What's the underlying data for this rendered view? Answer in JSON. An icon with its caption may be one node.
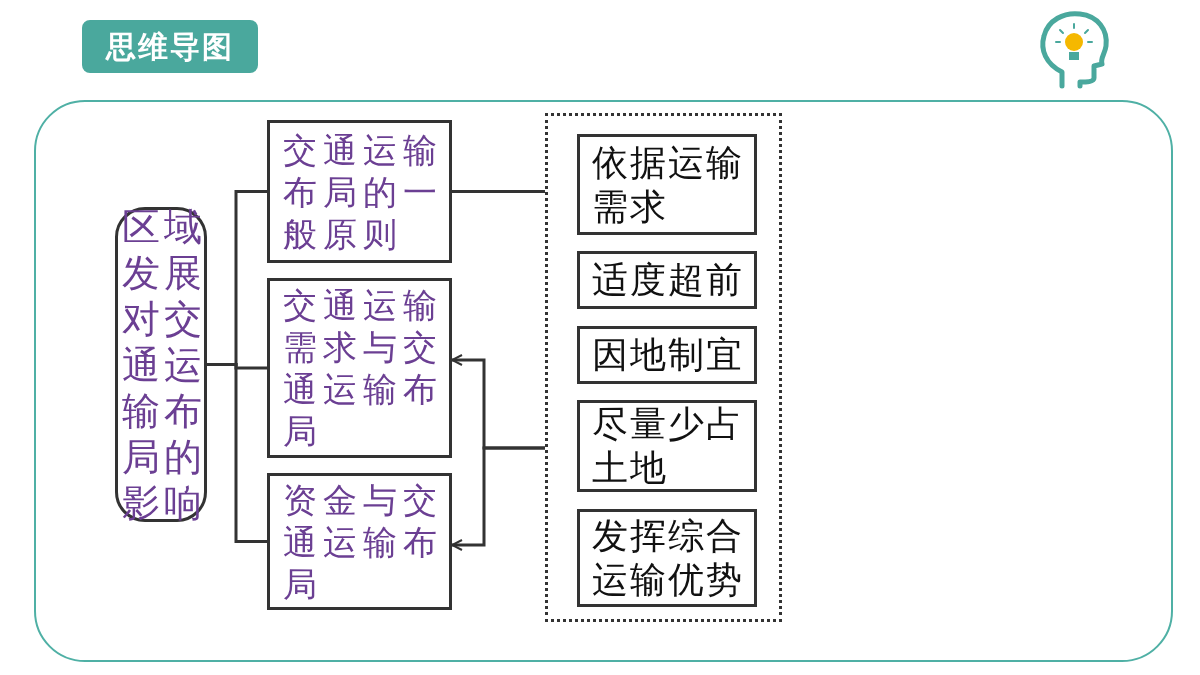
{
  "diagram": {
    "title": "思维导图",
    "nodes": [
      {
        "text": [
          "区域发展对交通运输布局的影响"
        ]
      },
      {
        "text": [
          "交通运输布局的一般原则"
        ]
      },
      {
        "text": [
          "交通运输需求与交通运输布局"
        ]
      },
      {
        "text": [
          "资金与交通运输布局"
        ]
      },
      {
        "text": [],
        "shape": "box"
      },
      {
        "text": [
          "依据运输需求"
        ],
        "in": 4
      },
      {
        "text": [
          "适度超前"
        ],
        "in": 4
      },
      {
        "text": [
          "因地制宜"
        ],
        "in": 4
      },
      {
        "text": [
          "尽量少占土地"
        ],
        "in": 4
      },
      {
        "text": [
          "发挥综合运输优势"
        ],
        "in": 4
      }
    ],
    "edges": [
      {
        "from": 0,
        "to": 1,
        "arrow": "none"
      },
      {
        "from": 0,
        "to": 2,
        "arrow": "none"
      },
      {
        "from": 0,
        "to": 3,
        "arrow": "none"
      },
      {
        "from": 1,
        "to": 4,
        "arrow": "none"
      },
      {
        "from": 4,
        "to": 2,
        "arrow": "to"
      },
      {
        "from": 4,
        "to": 3,
        "arrow": "to"
      }
    ]
  }
}
